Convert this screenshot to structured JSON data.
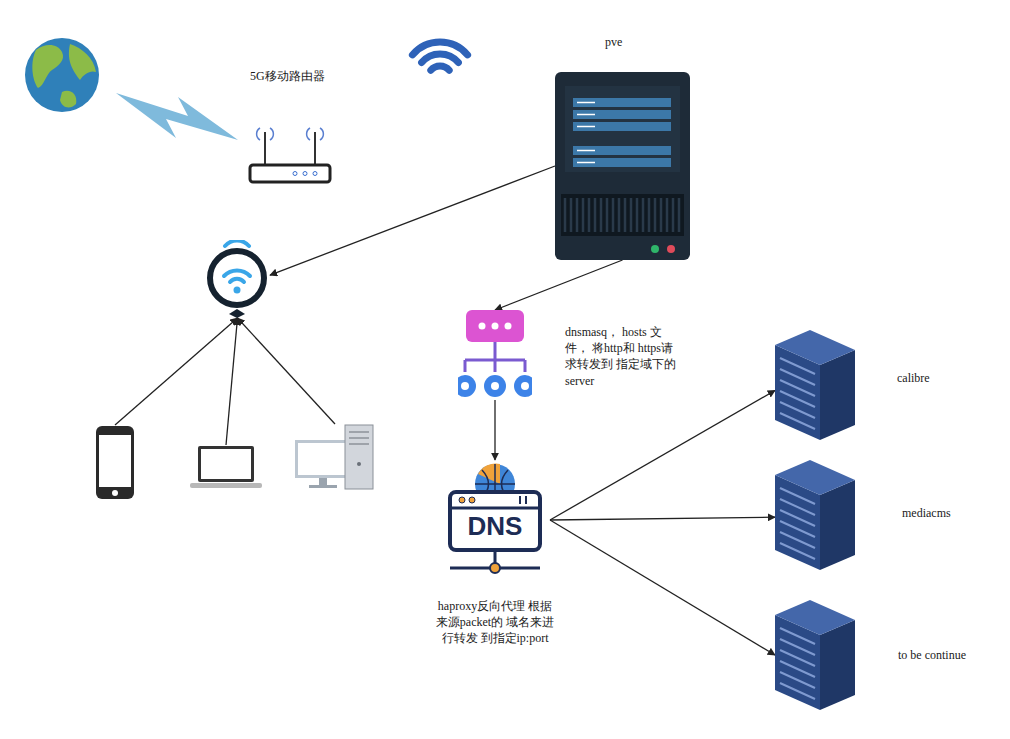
{
  "diagram": {
    "nodes": [
      {
        "text": [
          "5G移动路由器"
        ]
      },
      {
        "text": [
          "pve"
        ]
      },
      {
        "text": []
      },
      {
        "text": [
          "dnsmasq， hosts 文件， 将http和 https请求转发到 指定域下的server"
        ]
      },
      {
        "text": []
      },
      {
        "text": []
      },
      {
        "text": []
      },
      {
        "text": [
          "DNS",
          "haproxy反向代理 根据来源packet的 域名来进行转发 到指定ip:port"
        ]
      },
      {
        "text": [
          "calibre"
        ]
      },
      {
        "text": [
          "mediacms"
        ]
      },
      {
        "text": [
          "to be continue"
        ]
      }
    ],
    "edges": [
      {
        "from": 1,
        "to": 2,
        "arrow": "to"
      },
      {
        "from": 1,
        "to": 3,
        "arrow": "to"
      },
      {
        "from": 3,
        "to": 7,
        "arrow": "to"
      },
      {
        "from": 7,
        "to": 8,
        "arrow": "to"
      },
      {
        "from": 7,
        "to": 9,
        "arrow": "to"
      },
      {
        "from": 7,
        "to": 10,
        "arrow": "to"
      },
      {
        "from": 4,
        "to": 2,
        "arrow": "to"
      },
      {
        "from": 5,
        "to": 2,
        "arrow": "to"
      },
      {
        "from": 6,
        "to": 2,
        "arrow": "to"
      }
    ]
  }
}
